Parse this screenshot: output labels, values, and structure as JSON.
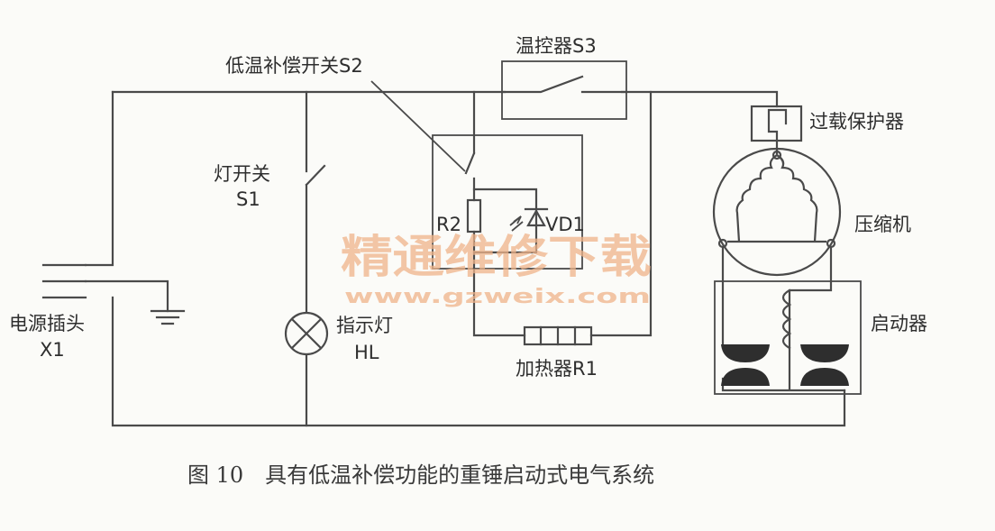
{
  "labels": {
    "low_temp_switch": "低温补偿开关S2",
    "thermostat": "温控器S3",
    "overload": "过载保护器",
    "lamp_switch_1": "灯开关",
    "lamp_switch_2": "S1",
    "r2": "R2",
    "vd1": "VD1",
    "compressor": "压缩机",
    "plug_1": "电源插头",
    "plug_2": "X1",
    "indicator_1": "指示灯",
    "indicator_2": "HL",
    "heater": "加热器R1",
    "starter": "启动器"
  },
  "watermark": {
    "line1": "精通维修下载",
    "line2": "www.gzweix.com"
  },
  "caption": "图 10　具有低温补偿功能的重锤启动式电气系统"
}
